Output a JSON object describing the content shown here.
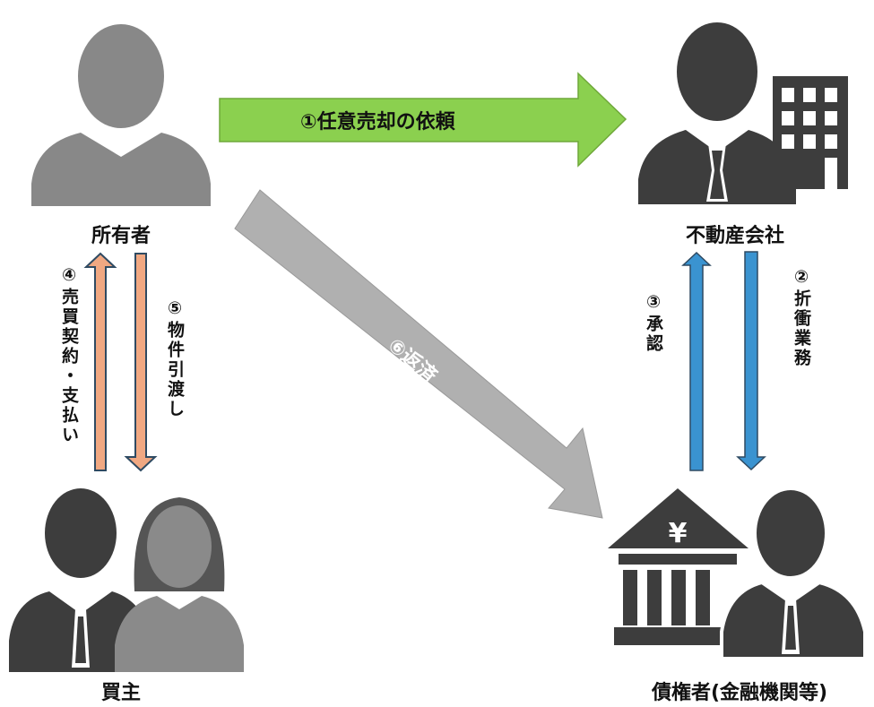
{
  "nodes": {
    "owner": "所有者",
    "agency": "不動産会社",
    "buyer": "買主",
    "creditor": "債権者(金融機関等)"
  },
  "steps": {
    "s1": "①任意売却の依頼",
    "s2": "②折衝業務",
    "s3": "③承認",
    "s4": "④売買契約・支払い",
    "s5": "⑤物件引渡し",
    "s6": "⑥返済"
  },
  "colors": {
    "green_arrow": "#8BD04F",
    "gray_arrow": "#B0B0B0",
    "orange_arrow": "#F0A882",
    "blue_arrow": "#3A93D0",
    "outline": "#2E4A62"
  },
  "icons": {
    "yen_symbol": "¥"
  }
}
